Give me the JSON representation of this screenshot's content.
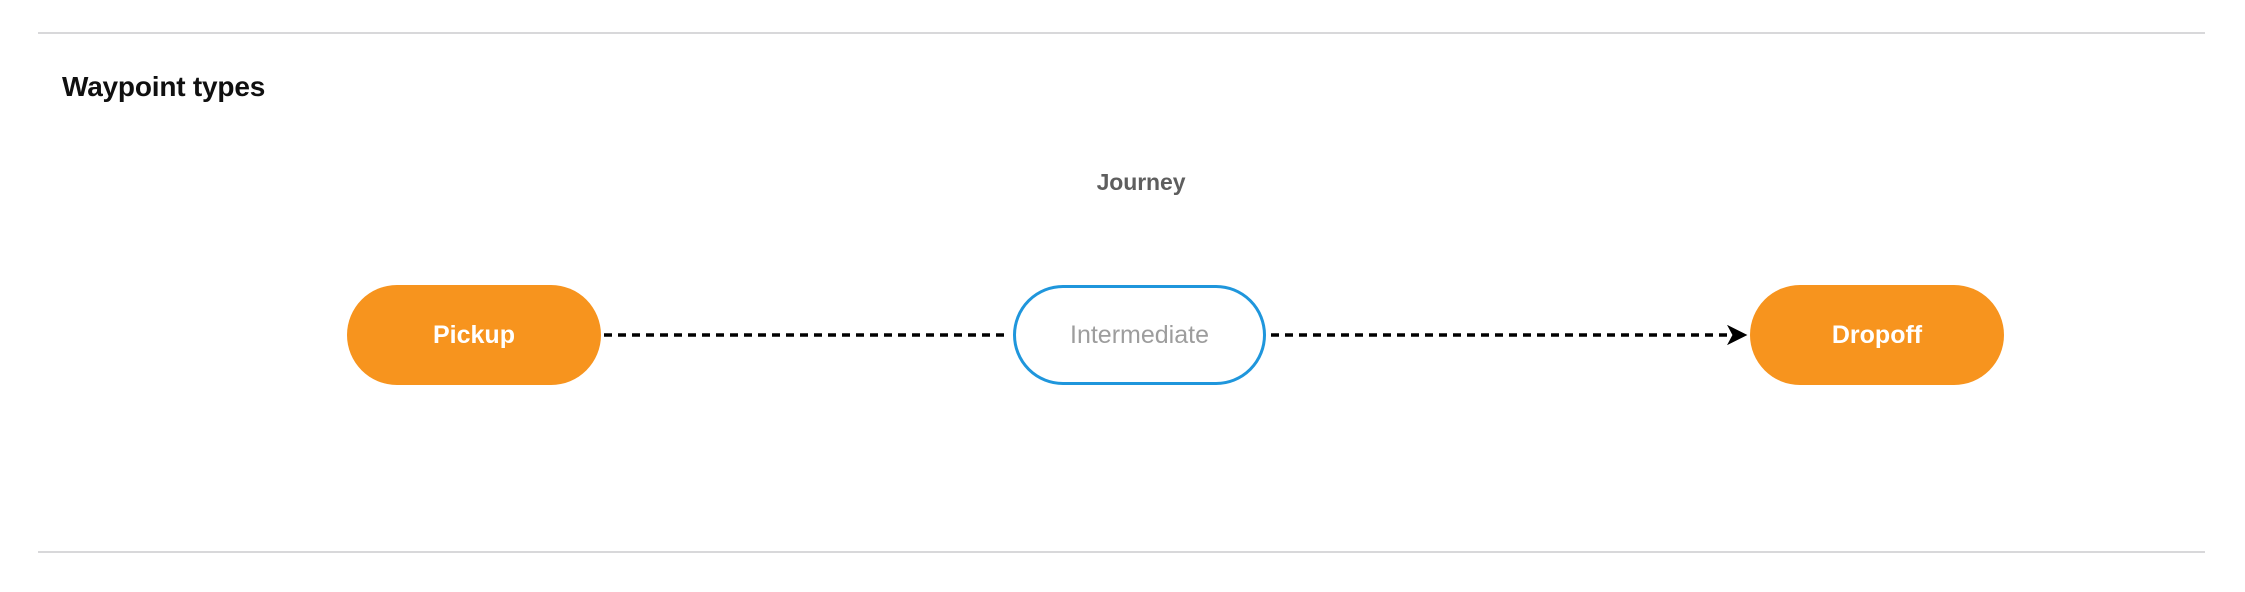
{
  "section": {
    "title": "Waypoint types"
  },
  "diagram": {
    "group_label": "Journey",
    "nodes": [
      {
        "id": "pickup",
        "label": "Pickup",
        "style": "filled",
        "fill": "#f7941e",
        "text_color": "#ffffff"
      },
      {
        "id": "intermediate",
        "label": "Intermediate",
        "style": "outline",
        "fill": "#ffffff",
        "border_color": "#1f96dc",
        "text_color": "#9d9d9d"
      },
      {
        "id": "dropoff",
        "label": "Dropoff",
        "style": "filled",
        "fill": "#f7941e",
        "text_color": "#ffffff"
      }
    ],
    "edges": [
      {
        "from": "pickup",
        "to": "intermediate",
        "line": "dashed",
        "arrowhead": false,
        "color": "#000000"
      },
      {
        "from": "intermediate",
        "to": "dropoff",
        "line": "dashed",
        "arrowhead": true,
        "color": "#000000"
      }
    ]
  },
  "colors": {
    "divider": "#d8d8da",
    "accent_orange": "#f7941e",
    "accent_blue": "#1f96dc",
    "muted_text": "#9d9d9d",
    "label_text": "#5e5e5e",
    "title_text": "#101010"
  }
}
